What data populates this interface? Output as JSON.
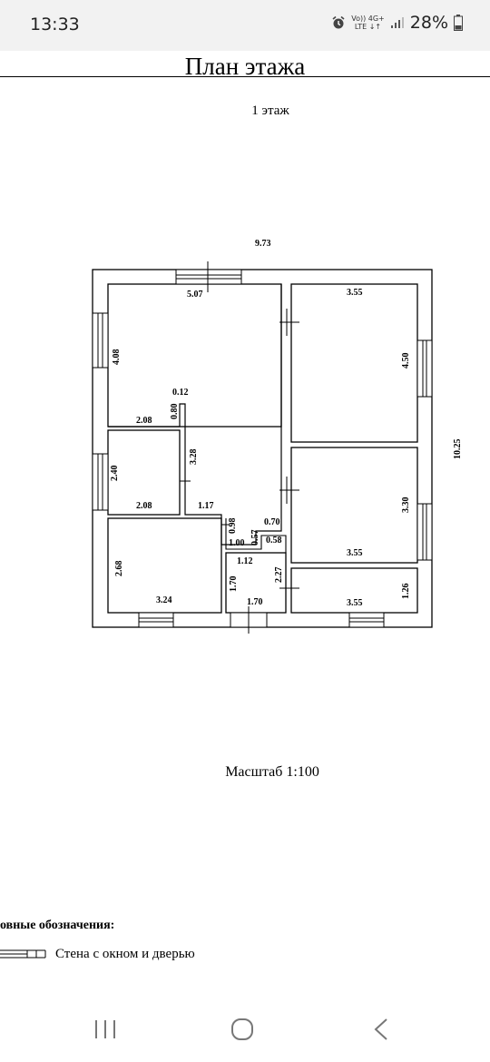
{
  "status_bar": {
    "time": "13:33",
    "network_line1": "Vo)) 4G+",
    "network_line2": "LTE ↓↑",
    "battery_percent": "28%",
    "icons": [
      "alarm-icon",
      "signal-icon",
      "battery-icon"
    ]
  },
  "document": {
    "title": "План этажа",
    "floor": "1 этаж",
    "scale": "Масштаб 1:100",
    "legend_title": "овные обозначения:",
    "legend_item": "Стена с окном и дверью"
  },
  "plan": {
    "overall_width": "9.73",
    "overall_height": "10.25",
    "dimensions": {
      "d507": "5.07",
      "d408": "4.08",
      "d012": "0.12",
      "d080": "0.80",
      "d208a": "2.08",
      "d328": "3.28",
      "d240": "2.40",
      "d208b": "2.08",
      "d117": "1.17",
      "d098": "0.98",
      "d070": "0.70",
      "d100": "1.00",
      "d057": "0.57",
      "d058": "0.58",
      "d112": "1.12",
      "d268": "2.68",
      "d324": "3.24",
      "d170a": "1.70",
      "d227": "2.27",
      "d170b": "1.70",
      "d355a": "3.55",
      "d450": "4.50",
      "d330": "3.30",
      "d355b": "3.55",
      "d126": "1.26",
      "d355c": "3.55"
    }
  },
  "nav_bar": {
    "icons": [
      "recent-apps-icon",
      "home-icon",
      "back-icon"
    ]
  }
}
